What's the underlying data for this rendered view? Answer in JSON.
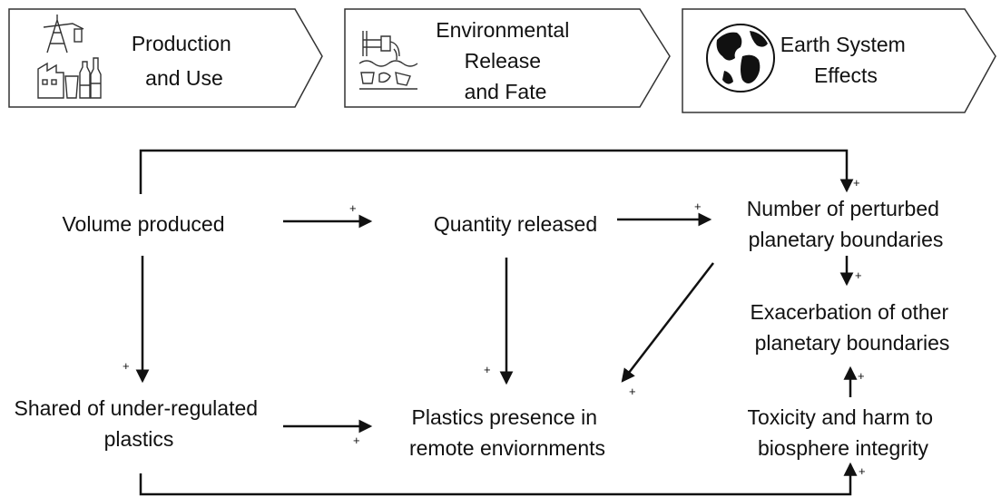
{
  "stages": [
    {
      "id": "production",
      "lines": [
        "Production",
        "and Use"
      ],
      "icon": "oil-pump-and-bottles-icon"
    },
    {
      "id": "environmental",
      "lines": [
        "Environmental",
        "Release",
        "and Fate"
      ],
      "icon": "pipe-discharge-pollution-icon"
    },
    {
      "id": "earth",
      "lines": [
        "Earth System",
        "Effects"
      ],
      "icon": "globe-icon"
    }
  ],
  "nodes": {
    "volume": {
      "lines": [
        "Volume produced"
      ]
    },
    "quantity": {
      "lines": [
        "Quantity released"
      ]
    },
    "perturbed": {
      "lines": [
        "Number of perturbed",
        "planetary boundaries"
      ]
    },
    "exacerbation": {
      "lines": [
        "Exacerbation of other",
        "planetary boundaries"
      ]
    },
    "shared": {
      "lines": [
        "Shared of under-regulated",
        "plastics"
      ]
    },
    "presence": {
      "lines": [
        "Plastics presence in",
        "remote enviornments"
      ]
    },
    "toxicity": {
      "lines": [
        "Toxicity and harm to",
        "biosphere integrity"
      ]
    }
  },
  "links": [
    {
      "id": "volume-to-perturbed",
      "sign": "+"
    },
    {
      "id": "volume-to-quantity",
      "sign": "+"
    },
    {
      "id": "quantity-to-perturbed",
      "sign": "+"
    },
    {
      "id": "perturbed-to-exacerbation",
      "sign": "+"
    },
    {
      "id": "volume-to-shared",
      "sign": "+"
    },
    {
      "id": "quantity-to-presence",
      "sign": "+"
    },
    {
      "id": "perturbed-to-presence",
      "sign": "+"
    },
    {
      "id": "shared-to-presence",
      "sign": "+"
    },
    {
      "id": "toxicity-to-exacerbation",
      "sign": "+"
    },
    {
      "id": "shared-to-toxicity",
      "sign": "+"
    }
  ]
}
